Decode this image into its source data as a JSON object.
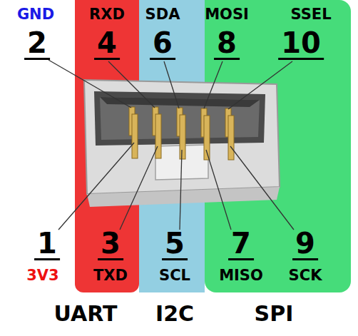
{
  "diagram": {
    "nodes": [
      {
        "text": [
          "RXD",
          "4",
          "3",
          "TXD",
          "UART"
        ]
      },
      {
        "text": [
          "SDA",
          "6",
          "5",
          "SCL",
          "I2C"
        ]
      },
      {
        "text": [
          "MOSI",
          "SSEL",
          "8",
          "10",
          "7",
          "9",
          "MISO",
          "SCK",
          "SPI"
        ]
      }
    ],
    "labels": [
      "GND",
      "2",
      "1",
      "3V3"
    ]
  }
}
